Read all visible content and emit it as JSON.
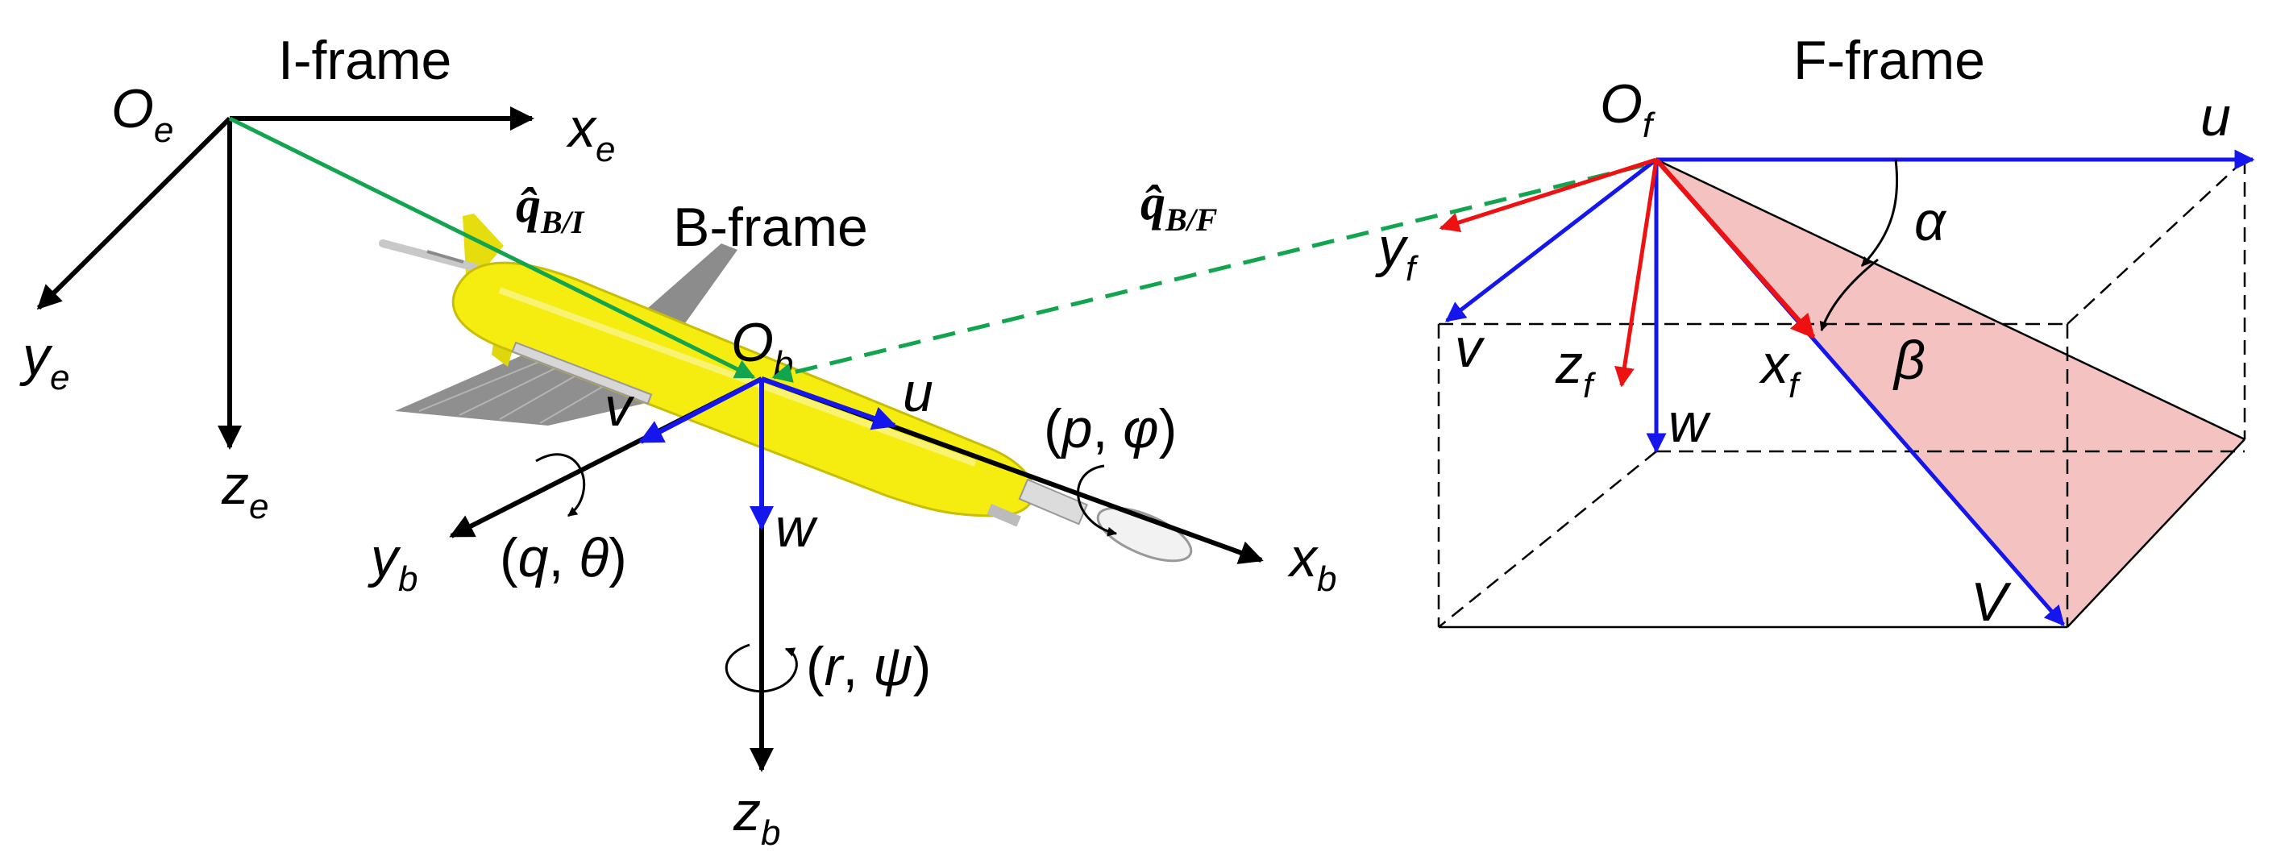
{
  "frames": {
    "inertial": {
      "title": "I-frame",
      "origin": "O",
      "origin_sub": "e",
      "axes": [
        {
          "name": "x",
          "sub": "e"
        },
        {
          "name": "y",
          "sub": "e"
        },
        {
          "name": "z",
          "sub": "e"
        }
      ]
    },
    "body": {
      "title": "B-frame",
      "origin": "O",
      "origin_sub": "b",
      "axes": [
        {
          "name": "x",
          "sub": "b"
        },
        {
          "name": "y",
          "sub": "b"
        },
        {
          "name": "z",
          "sub": "b"
        }
      ],
      "velocities": [
        "u",
        "v",
        "w"
      ],
      "rotations": [
        {
          "rate": "p",
          "angle": "φ"
        },
        {
          "rate": "q",
          "angle": "θ"
        },
        {
          "rate": "r",
          "angle": "ψ"
        }
      ]
    },
    "flow": {
      "title": "F-frame",
      "origin": "O",
      "origin_sub": "f",
      "axes": [
        {
          "name": "x",
          "sub": "f"
        },
        {
          "name": "y",
          "sub": "f"
        },
        {
          "name": "z",
          "sub": "f"
        }
      ],
      "velocities": [
        "u",
        "v",
        "w"
      ],
      "total_velocity": "V",
      "angle_of_attack": "α",
      "sideslip_angle": "β"
    }
  },
  "quaternions": {
    "b_to_i": {
      "symbol": "q̂",
      "sub": "B/I"
    },
    "b_to_f": {
      "symbol": "q̂",
      "sub": "B/F"
    }
  },
  "colors": {
    "axis": "#000000",
    "velocity": "#1515ee",
    "flow_axis": "#ee1111",
    "quaternion": "#12a44e",
    "plane_fill": "#f5c2c2",
    "vehicle_body": "#f5ec10",
    "vehicle_wing": "#8a8a8a"
  }
}
